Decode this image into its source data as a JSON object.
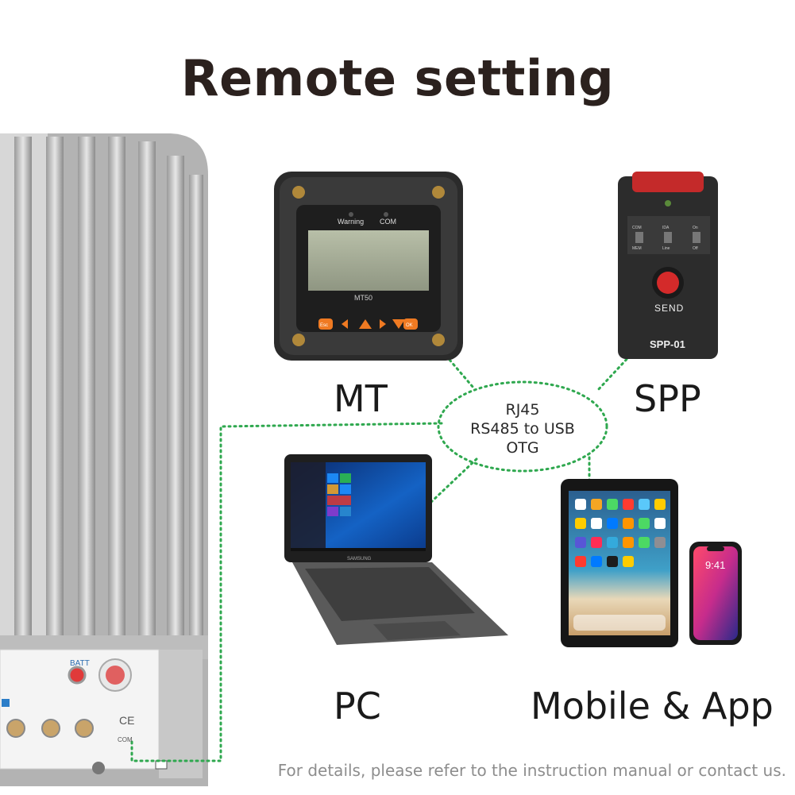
{
  "title": "Remote setting",
  "devices": {
    "mt": {
      "label": "MT",
      "model": "MT50",
      "indicators": [
        "Warning",
        "COM"
      ],
      "keys": [
        "Esc",
        "OK"
      ]
    },
    "spp": {
      "label": "SPP",
      "model": "SPP-01",
      "send_label": "SEND",
      "switches": [
        {
          "top": "COM",
          "bottom": "MEM"
        },
        {
          "top": "IDA",
          "bottom": "Line"
        },
        {
          "top": "On",
          "bottom": "Off"
        }
      ]
    },
    "pc": {
      "label": "PC",
      "brand": "SAMSUNG"
    },
    "mobile": {
      "label": "Mobile & App",
      "phone_time": "9:41"
    }
  },
  "hub": {
    "lines": [
      "RJ45",
      "RS485 to USB",
      "OTG"
    ]
  },
  "controller": {
    "batt_label": "BATT",
    "ce_mark": "CE",
    "com_label": "COM"
  },
  "colors": {
    "connector": "#2fa84f",
    "key_orange": "#ef7a22",
    "title": "#2b211e"
  },
  "footer": "For details, please refer to the instruction manual or contact us."
}
